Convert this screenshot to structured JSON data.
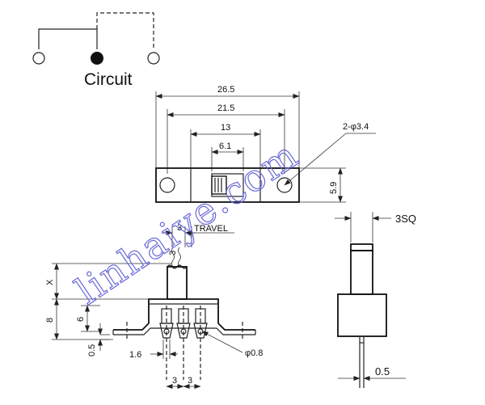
{
  "circuit": {
    "caption": "Circuit"
  },
  "top_view": {
    "dims": [
      "26.5",
      "21.5",
      "13",
      "6.1",
      "5.9"
    ],
    "hole_note": "2-φ3.4"
  },
  "front_view": {
    "travel": "TRAVEL",
    "travel_dims": [
      "3",
      "3"
    ],
    "left_dims": [
      "X",
      "8",
      "6",
      "0.5"
    ],
    "bottom_dims": [
      "1.6",
      "3",
      "3"
    ],
    "pin_note": "φ0.8"
  },
  "side_view": {
    "top_dim": "3SQ",
    "bottom_dim": "0.5"
  },
  "watermark": "linhaiye.com"
}
